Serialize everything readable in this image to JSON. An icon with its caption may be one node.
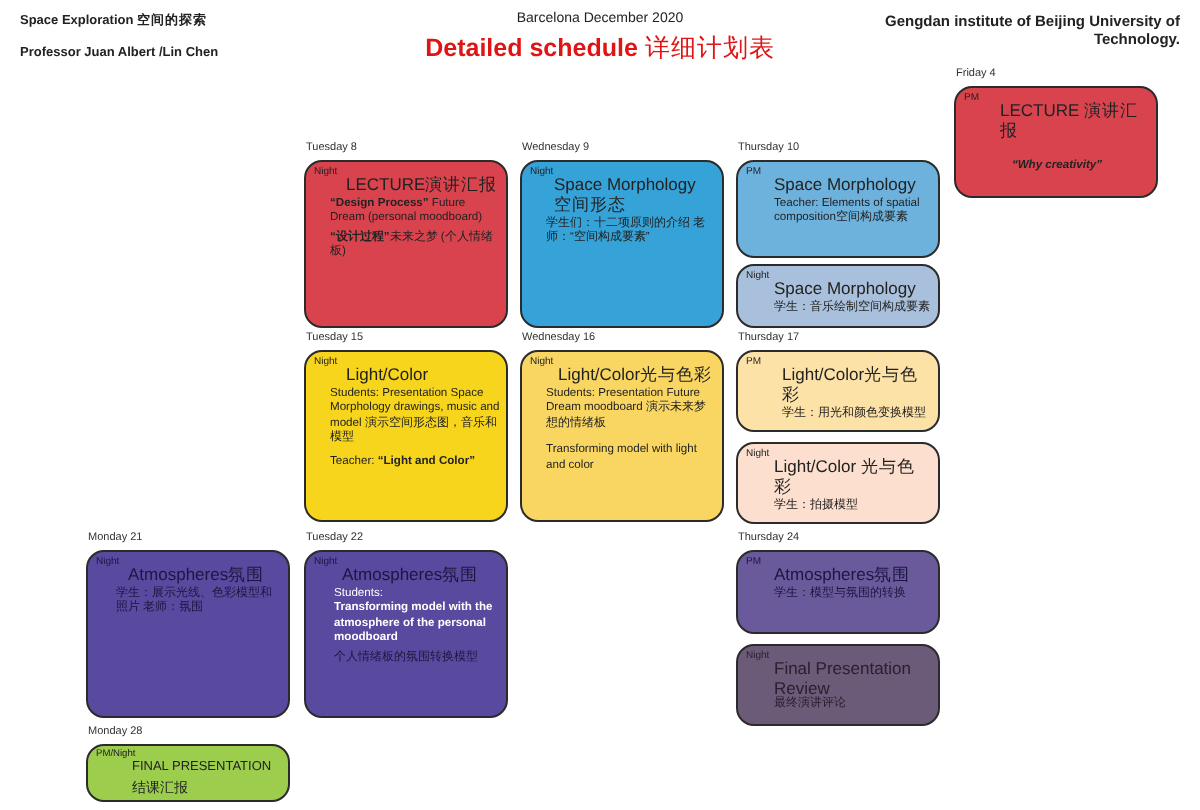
{
  "diagram": {
    "title": "**Detailed schedule** 详细计划表",
    "nodes": [
      {
        "text": [
          "Friday 4",
          "PM",
          "LECTURE 演讲汇报",
          "“Why creativity”"
        ]
      },
      {
        "text": [
          "Tuesday 8",
          "Night",
          "LECTURE演讲汇报",
          "**“Design Process”** Future Dream (personal moodboard)",
          "**“设计过程”**未来之梦 (个人情绪板)"
        ]
      },
      {
        "text": [
          "Wednesday 9",
          "Night",
          "Space Morphology 空间形态",
          "学生们：十二项原则的介绍 老师：“空间构成要素”"
        ]
      },
      {
        "text": [
          "Thursday 10",
          "PM",
          "Space Morphology",
          "Teacher: Elements of spatial composition空间构成要素"
        ]
      },
      {
        "text": [
          "Night",
          "Space Morphology",
          "学生：音乐绘制空间构成要素"
        ]
      },
      {
        "text": [
          "Tuesday 15",
          "Night",
          "Light/Color",
          "Students: Presentation Space Morphology drawings, music and model 演示空间形态图，音乐和模型",
          "Teacher: **“Light and Color”**"
        ]
      },
      {
        "text": [
          "Wednesday 16",
          "Night",
          "Light/Color光与色彩",
          "Students: Presentation Future Dream moodboard 演示未来梦想的情绪板",
          "Transforming model with light and color"
        ]
      },
      {
        "text": [
          "Thursday 17",
          "PM",
          "Light/Color光与色彩",
          "学生：用光和颜色变换模型"
        ]
      },
      {
        "text": [
          "Night",
          "Light/Color 光与色彩",
          "学生：拍摄模型"
        ]
      },
      {
        "text": [
          "Monday 21",
          "Night",
          "Atmospheres氛围",
          "学生：展示光线、色彩模型和照片 老师：氛围"
        ]
      },
      {
        "text": [
          "Tuesday 22",
          "Night",
          "Atmospheres氛围",
          "Students:",
          "Transforming model with the atmosphere of the personal moodboard",
          "个人情绪板的氛围转换模型"
        ]
      },
      {
        "text": [
          "Thursday 24",
          "PM",
          "Atmospheres氛围",
          "学生：模型与氛围的转换"
        ]
      },
      {
        "text": [
          "Night",
          "Final Presentation Review",
          "最终演讲评论"
        ]
      },
      {
        "text": [
          "Monday 28",
          "PM/Night",
          "FINAL PRESENTATION",
          "结课汇报"
        ]
      }
    ],
    "labels": [
      "Space Exploration 空间的探索",
      "Professor Juan Albert /Lin Chen",
      "Barcelona December 2020",
      "Gengdan institute of Beijing University of Technology."
    ]
  }
}
